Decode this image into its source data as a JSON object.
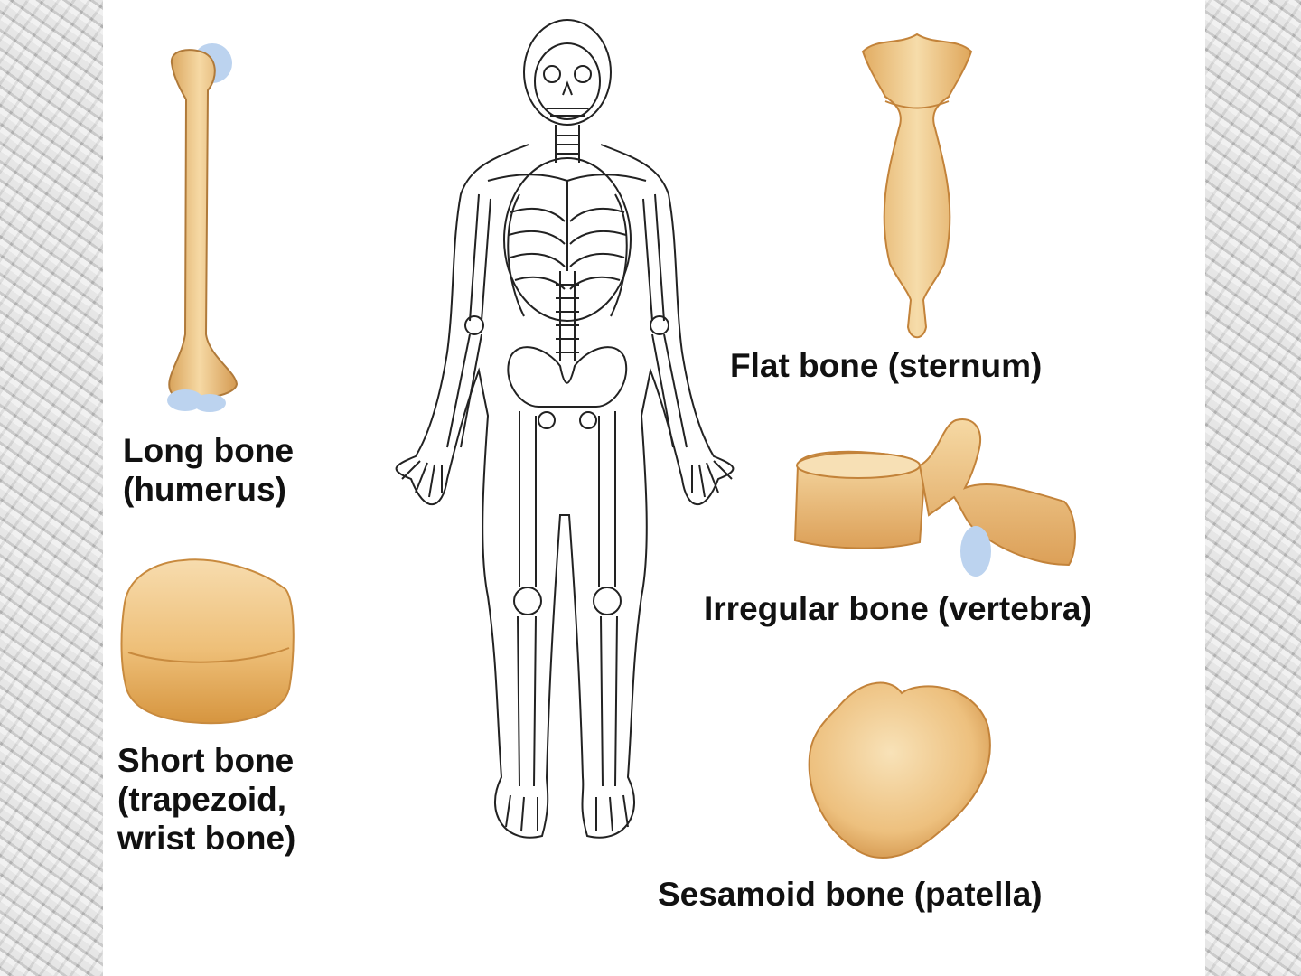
{
  "labels": {
    "long_line1": "Long bone",
    "long_line2": "(humerus)",
    "short_line1": "Short bone",
    "short_line2": "(trapezoid,",
    "short_line3": "wrist bone)",
    "flat": "Flat bone (sternum)",
    "irregular": "Irregular bone (vertebra)",
    "sesamoid": "Sesamoid bone (patella)"
  },
  "colors": {
    "bone": "#f0c98a",
    "bone_shade": "#d9a45c",
    "cartilage": "#bcd3ef",
    "outline": "#222222",
    "background_marble": "#cfcfcf"
  }
}
